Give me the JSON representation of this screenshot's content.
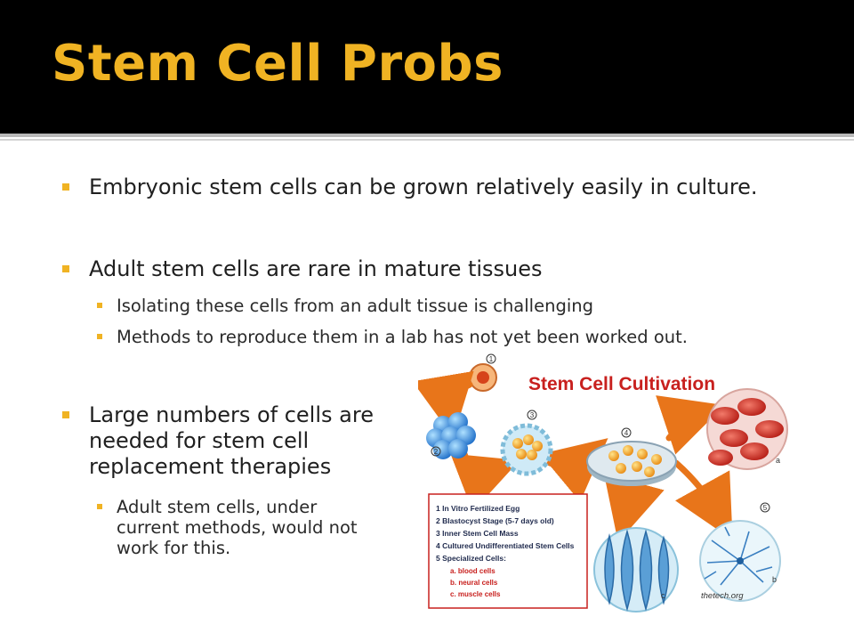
{
  "slide": {
    "title": "Stem Cell Probs",
    "bullets": [
      {
        "text": "Embryonic stem cells can be grown relatively easily in culture."
      },
      {
        "text": "Adult stem cells are rare in mature tissues",
        "sub": [
          "Isolating these cells from an adult tissue is challenging",
          "Methods to reproduce them in a lab has not yet been worked out."
        ]
      },
      {
        "text": "Large numbers of cells are needed for stem cell replacement therapies",
        "sub": [
          "Adult stem cells, under current methods, would not work for this."
        ]
      }
    ]
  },
  "figure": {
    "title": "Stem Cell Cultivation",
    "step_numbers": [
      "1",
      "2",
      "3",
      "4",
      "5"
    ],
    "legend": [
      "1 In Vitro Fertilized Egg",
      "2 Blastocyst Stage (5-7 days old)",
      "3 Inner Stem Cell Mass",
      "4 Cultured Undifferentiated Stem Cells",
      "5 Specialized Cells:"
    ],
    "sublegend": [
      "a. blood cells",
      "b. neural cells",
      "c. muscle cells"
    ],
    "panel_letters": [
      "a",
      "b",
      "c"
    ],
    "credit": "thetech.org"
  },
  "colors": {
    "accent": "#f0b323",
    "header_bg": "#000000",
    "figure_title": "#c8201e",
    "arrow": "#e8751a"
  }
}
